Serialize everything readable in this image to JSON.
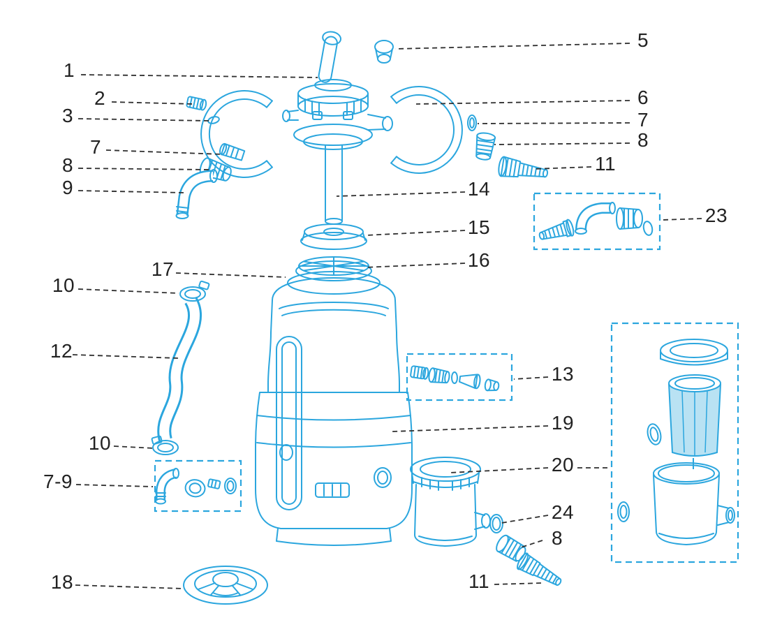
{
  "diagram": {
    "type": "exploded-parts-diagram",
    "colors": {
      "diagram_line": "#2ba6de",
      "label_text": "#222222",
      "leader_line": "#2f2f2f",
      "background": "#ffffff"
    },
    "callouts": [
      {
        "id": "callout-1",
        "text": "1"
      },
      {
        "id": "callout-2",
        "text": "2"
      },
      {
        "id": "callout-3",
        "text": "3"
      },
      {
        "id": "callout-7-left",
        "text": "7"
      },
      {
        "id": "callout-8-left",
        "text": "8"
      },
      {
        "id": "callout-9",
        "text": "9"
      },
      {
        "id": "callout-17",
        "text": "17"
      },
      {
        "id": "callout-10-upper",
        "text": "10"
      },
      {
        "id": "callout-12",
        "text": "12"
      },
      {
        "id": "callout-10-lower",
        "text": "10"
      },
      {
        "id": "callout-7-9",
        "text": "7-9"
      },
      {
        "id": "callout-18",
        "text": "18"
      },
      {
        "id": "callout-5",
        "text": "5"
      },
      {
        "id": "callout-6",
        "text": "6"
      },
      {
        "id": "callout-7-right",
        "text": "7"
      },
      {
        "id": "callout-8-right",
        "text": "8"
      },
      {
        "id": "callout-11-upper",
        "text": "11"
      },
      {
        "id": "callout-14",
        "text": "14"
      },
      {
        "id": "callout-23",
        "text": "23"
      },
      {
        "id": "callout-15",
        "text": "15"
      },
      {
        "id": "callout-16",
        "text": "16"
      },
      {
        "id": "callout-13",
        "text": "13"
      },
      {
        "id": "callout-19",
        "text": "19"
      },
      {
        "id": "callout-20",
        "text": "20"
      },
      {
        "id": "callout-24",
        "text": "24"
      },
      {
        "id": "callout-8-bottom",
        "text": "8"
      },
      {
        "id": "callout-11-bottom",
        "text": "11"
      }
    ]
  }
}
